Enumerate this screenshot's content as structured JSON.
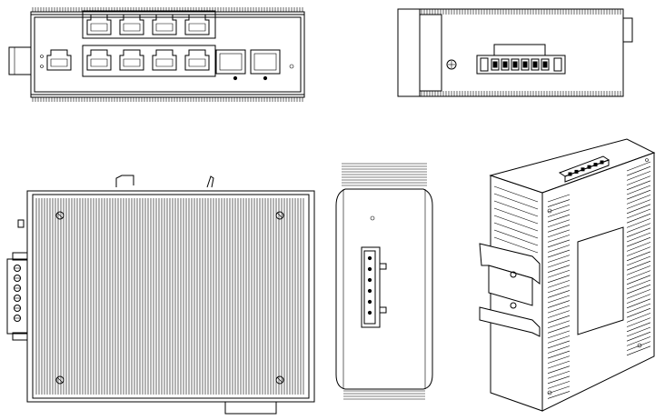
{
  "views": [
    {
      "id": "front",
      "icon": "switch-front-panel-view"
    },
    {
      "id": "top",
      "icon": "switch-top-view-with-power-terminal"
    },
    {
      "id": "side",
      "icon": "switch-side-view-heatsink"
    },
    {
      "id": "back",
      "icon": "switch-rear-view-with-terminal"
    },
    {
      "id": "iso",
      "icon": "switch-isometric-view-din-rail"
    }
  ],
  "front_panel": {
    "rj45_ports": 9,
    "sfp_ports": 2
  },
  "colors": {
    "line": "#000000",
    "background": "#ffffff"
  }
}
